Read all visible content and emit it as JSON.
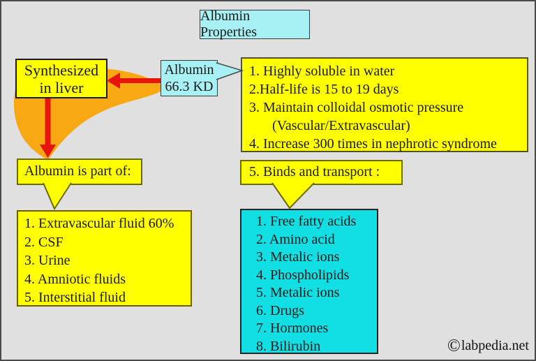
{
  "diagram": {
    "title": "Albumin Properties",
    "synthesized_box": {
      "line1": "Synthesized",
      "line2": "in liver"
    },
    "albumin_box": {
      "line1": "Albumin",
      "line2": "66.3 KD"
    },
    "properties_box": {
      "items": [
        "1. Highly soluble in water",
        "2.Half-life is 15 to 19 days",
        "3. Maintain colloidal osmotic pressure",
        "(Vascular/Extravascular)",
        "4. Increase 300 times in nephrotic syndrome"
      ]
    },
    "part_of_label": "Albumin is part of:",
    "part_of_items": [
      "1. Extravascular fluid 60%",
      "2. CSF",
      "3. Urine",
      "4. Amniotic fluids",
      "5. Interstitial fluid"
    ],
    "binds_label": "5. Binds and transport :",
    "binds_items": [
      "1. Free fatty acids",
      "2. Amino acid",
      "3. Metalic ions",
      "4. Phospholipids",
      "5. Metalic ions",
      "6. Drugs",
      "7. Hormones",
      "8. Bilirubin"
    ],
    "watermark": {
      "symbol": "©",
      "text": "labpedia.net"
    }
  },
  "colors": {
    "background": "#e0e0e0",
    "frame_border": "#4a4a4a",
    "yellow_fill": "#ffff00",
    "pale_cyan_fill": "#a7f0f4",
    "bright_cyan_fill": "#12dfe4",
    "olive_border": "#6b6b00",
    "arrow_red": "#e9150d",
    "liver_orange": "#f7a813",
    "text": "#1a1a1a"
  }
}
